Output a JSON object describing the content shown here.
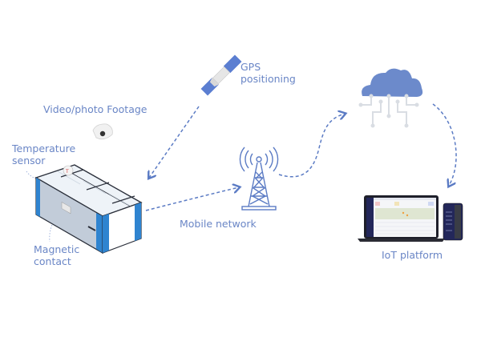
{
  "diagram": {
    "labels": {
      "gps": [
        "GPS",
        "positioning"
      ],
      "video": "Video/photo Footage",
      "temperature": [
        "Temperature",
        "sensor"
      ],
      "magnetic": [
        "Magnetic",
        "contact"
      ],
      "mobile": "Mobile network",
      "iot": "IoT platform"
    },
    "colors": {
      "accent": "#6a86c6",
      "line": "#5b7bc4",
      "freezer_blue": "#2f84d0",
      "cloud": "#6c8acb"
    },
    "nodes": [
      "satellite-icon",
      "camera-icon",
      "freezer",
      "cell-tower-icon",
      "cloud-iot-icon",
      "laptop-dashboard",
      "phone-dashboard"
    ],
    "connections": [
      {
        "from": "satellite",
        "to": "freezer"
      },
      {
        "from": "freezer",
        "to": "cell-tower"
      },
      {
        "from": "cell-tower",
        "to": "cloud"
      },
      {
        "from": "cloud",
        "to": "iot-platform"
      }
    ]
  }
}
